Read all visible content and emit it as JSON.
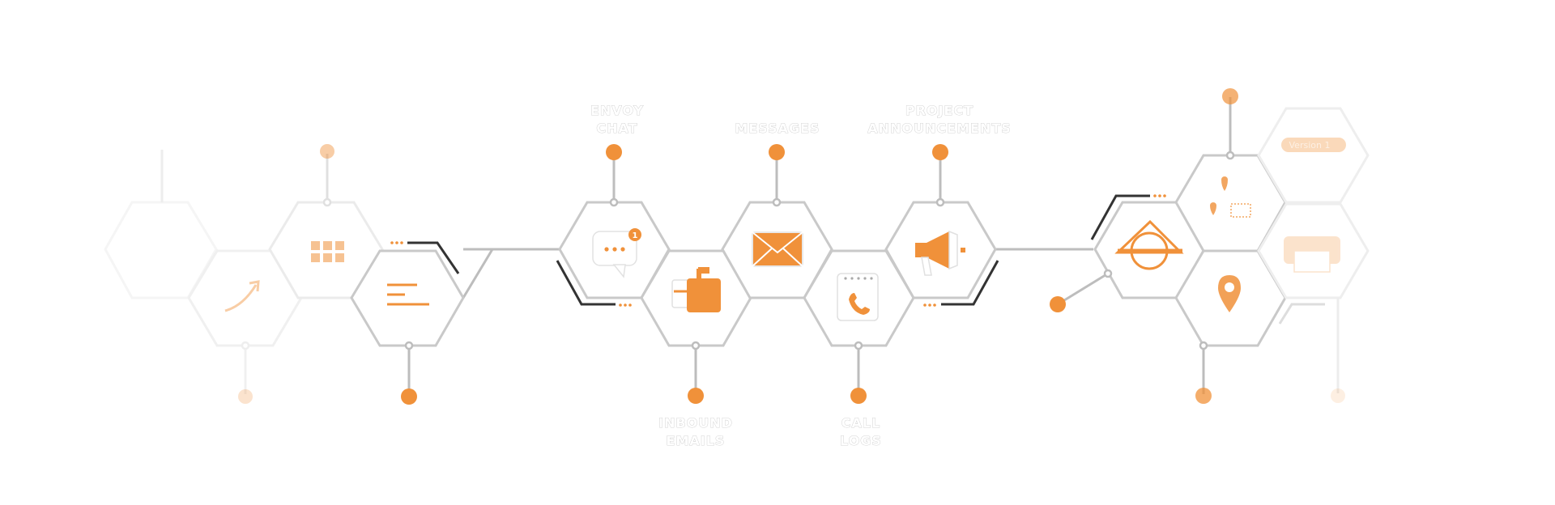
{
  "labels": {
    "envoy_chat": [
      "ENVOY",
      "CHAT"
    ],
    "messages": "MESSAGES",
    "project_announcements": [
      "PROJECT",
      "ANNOUNCEMENTS"
    ],
    "inbound_emails": [
      "INBOUND",
      "EMAILS"
    ],
    "call_logs": [
      "CALL",
      "LOGS"
    ]
  },
  "chat_badge": "1",
  "version_badge": "Version 1",
  "colors": {
    "accent": "#f0913a",
    "hex_stroke": "#c9c9c9",
    "dark_accent": "#333333"
  },
  "icons": [
    "growth-arrow-icon",
    "grid-icon",
    "sort-lines-icon",
    "chat-bubble-icon",
    "mailbox-icon",
    "envelope-icon",
    "phone-log-icon",
    "megaphone-icon",
    "geometry-icon",
    "map-stamp-icon",
    "location-pin-icon",
    "printer-icon"
  ]
}
